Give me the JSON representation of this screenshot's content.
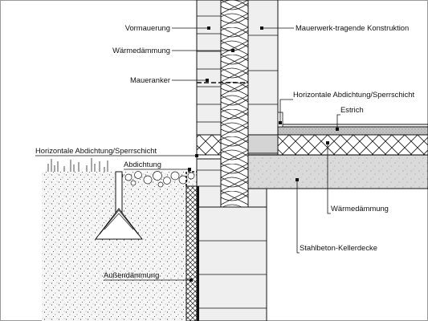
{
  "labels": {
    "vormauerung": "Vormauerung",
    "waermedaemmung_wall": "Wärmedämmung",
    "maueranker": "Maueranker",
    "abdichtung_left": "Horizontale Abdichtung/Sperrschicht",
    "abdichtung": "Abdichtung",
    "aussendaemmung": "Außendämmung",
    "mauerwerk": "Mauerwerk-tragende Konstruktion",
    "abdichtung_right": "Horizontale Abdichtung/Sperrschicht",
    "estrich": "Estrich",
    "waermedaemmung_floor": "Wärmedämmung",
    "kellerdecke": "Stahlbeton-Kellerdecke"
  },
  "colors": {
    "line": "#111111",
    "masonry": "#efefef",
    "masonry_dark": "#dcdcdc",
    "ground": "#f4f4f4",
    "concrete": "#d9d9d9",
    "screed": "#bdbdbd",
    "background": "#ffffff"
  }
}
